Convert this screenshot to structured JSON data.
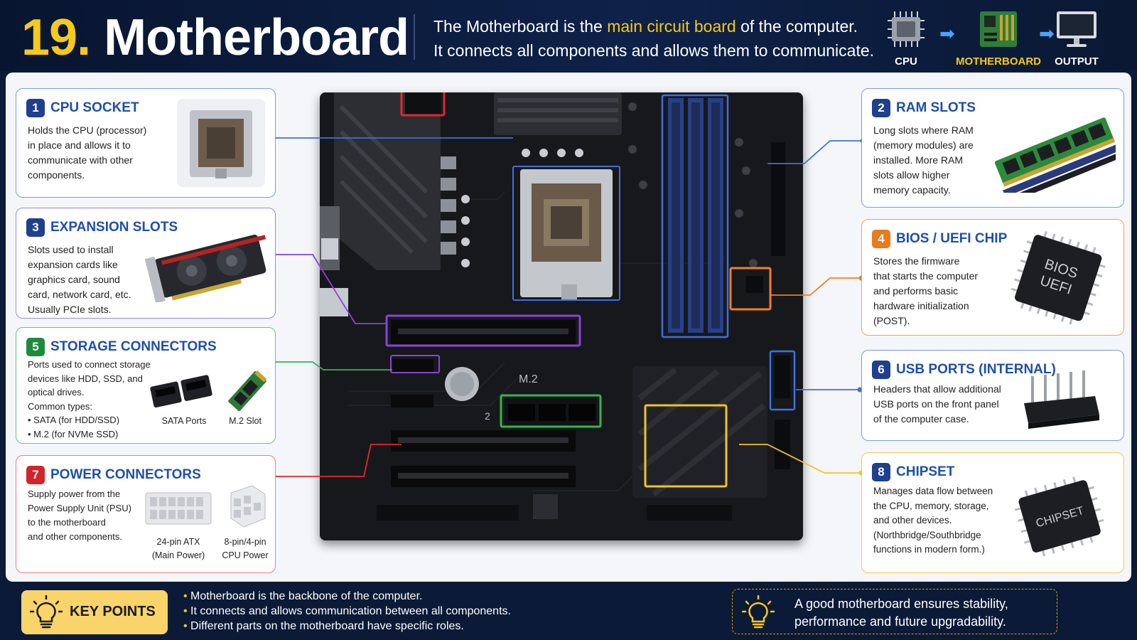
{
  "header": {
    "number": "19.",
    "title": "Motherboard",
    "desc": {
      "l1_pre": "The Motherboard is the ",
      "l1_highlight": "main circuit board",
      "l1_post": " of the computer.",
      "l2": "It connects all components and allows them to communicate."
    },
    "flow": [
      {
        "label": "CPU",
        "icon": "cpu-chip-icon",
        "color": "#ffffff"
      },
      {
        "label": "MOTHERBOARD",
        "icon": "motherboard-icon",
        "color": "#f7c919"
      },
      {
        "label": "OUTPUT",
        "icon": "monitor-icon",
        "color": "#ffffff"
      }
    ]
  },
  "cards": [
    {
      "num": "1",
      "title": "CPU SOCKET",
      "color": "#1f4fa8",
      "body": [
        "Holds the CPU (processor)",
        "in place and allows it to",
        "communicate with other",
        "components."
      ],
      "icon": "cpu-socket-icon"
    },
    {
      "num": "2",
      "title": "RAM SLOTS",
      "color": "#1f4fa8",
      "body": [
        "Long slots where RAM",
        "(memory modules) are",
        "installed. More RAM",
        "slots allow higher",
        "memory capacity."
      ],
      "icon": "ram-module-icon"
    },
    {
      "num": "3",
      "title": "EXPANSION SLOTS",
      "color": "#1f4fa8",
      "border": "#8f6bd6",
      "body": [
        "Slots used to install",
        "expansion cards like",
        "graphics card, sound",
        "card, network card, etc.",
        "Usually PCIe slots."
      ],
      "icon": "graphics-card-icon"
    },
    {
      "num": "4",
      "title": "BIOS / UEFI CHIP",
      "color": "#1f4fa8",
      "badge": "#e97b1f",
      "border": "#f2a25a",
      "body": [
        "Stores the firmware",
        "that starts the computer",
        "and performs basic",
        "hardware initialization",
        "(POST)."
      ],
      "chip_label_1": "BIOS",
      "chip_label_2": "UEFI",
      "icon": "bios-chip-icon"
    },
    {
      "num": "5",
      "title": "STORAGE CONNECTORS",
      "color": "#1f4fa8",
      "badge": "#1e8a3c",
      "border": "#6cc27f",
      "body": [
        "Ports used to connect storage",
        "devices like HDD, SSD, and",
        "optical drives.",
        "Common types:",
        "• SATA (for HDD/SSD)",
        "• M.2 (for NVMe SSD)"
      ],
      "captions": [
        "SATA Ports",
        "M.2 Slot"
      ],
      "icons": [
        "sata-port-icon",
        "m2-ssd-icon"
      ]
    },
    {
      "num": "6",
      "title": "USB PORTS (INTERNAL)",
      "color": "#1f4fa8",
      "body": [
        "Headers that allow additional",
        "USB ports on the front panel",
        "of the computer case."
      ],
      "icon": "usb-header-icon"
    },
    {
      "num": "7",
      "title": "POWER CONNECTORS",
      "color": "#1f4fa8",
      "badge": "#d1252b",
      "border": "#ee7f7f",
      "body": [
        "Supply power from the",
        "Power Supply Unit (PSU)",
        "to the motherboard",
        "and other components."
      ],
      "captions": [
        [
          "24-pin ATX",
          "(Main Power)"
        ],
        [
          "8-pin/4-pin",
          "CPU Power"
        ]
      ],
      "icons": [
        "atx-24pin-icon",
        "cpu-8pin-icon"
      ]
    },
    {
      "num": "8",
      "title": "CHIPSET",
      "color": "#1f4fa8",
      "border": "#f3c85a",
      "body": [
        "Manages data flow between",
        "the CPU, memory, storage,",
        "and other devices.",
        "(Northbridge/Southbridge",
        "functions in modern form.)"
      ],
      "chip_label": "CHIPSET",
      "icon": "chipset-chip-icon"
    }
  ],
  "board": {
    "label_m2": "M.2",
    "label_2": "2"
  },
  "key_points": {
    "label": "KEY POINTS",
    "icon": "lightbulb-icon",
    "items": [
      "Motherboard is the backbone of the computer.",
      "It connects and allows communication between all components.",
      "Different parts on the motherboard have specific roles."
    ]
  },
  "note": {
    "icon": "lightbulb-icon",
    "text": "A good motherboard ensures stability, performance and future upgradability."
  }
}
